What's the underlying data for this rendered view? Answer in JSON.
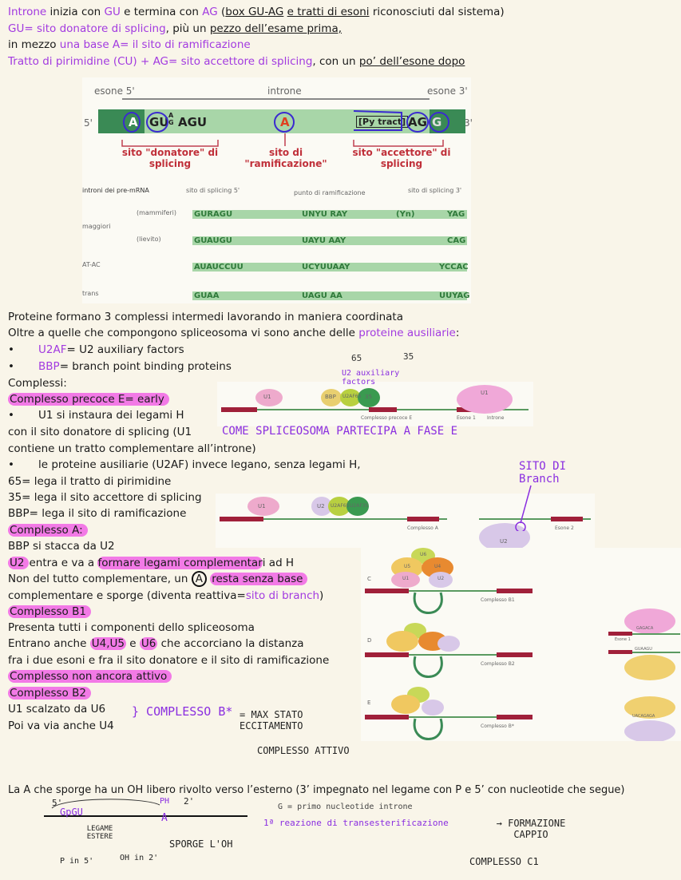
{
  "intro": {
    "l1": [
      "Introne",
      "inizia con",
      "GU",
      "e termina con",
      "AG",
      "(",
      "box GU-AG",
      "e tratti di esoni",
      "riconosciuti dal sistema)"
    ],
    "l2": [
      "GU= sito donatore di splicing",
      ", più un ",
      "pezzo dell’esame prima,"
    ],
    "l3": [
      "in mezzo ",
      "una base A= il sito di ramificazione"
    ],
    "l4": [
      "Tratto di pirimidine (CU) + AG= sito accettore di splicing",
      ", con un ",
      "po’ dell’esone dopo"
    ]
  },
  "fig1": {
    "esone5": "esone 5'",
    "introne": "introne",
    "esone3": "esone 3'",
    "five": "5'",
    "three": "3'",
    "seq_a": "A",
    "seq_gu": "GU",
    "seq_ag_small": "A G",
    "seq_agu": "AGU",
    "seq_branch": "A",
    "py": "[Py tract]",
    "seq_ag": "AG",
    "seq_g": "G",
    "donatore": "sito \"donatore\" di splicing",
    "ramificazione": "sito di \"ramificazione\"",
    "accettore": "sito \"accettore\" di splicing",
    "table_title": "introni dei pre-mRNA",
    "col1": "sito di splicing 5'",
    "col2": "punto di ramificazione",
    "col3": "sito di splicing 3'",
    "group": "maggiori",
    "mammiferi": "(mammiferi)",
    "lievito": "(lievito)",
    "rows": [
      {
        "label": "",
        "s5": "GURAGU",
        "br": "UNYU  RAY",
        "py": "(Yn)",
        "s3": "YAG"
      },
      {
        "label": "",
        "s5": "GUAUGU",
        "br": "UAYU  AAY",
        "py": "",
        "s3": "CAG"
      },
      {
        "label": "AT-AC",
        "s5": "AUAUCCUU",
        "br": "UCYUUAAY",
        "py": "",
        "s3": "YCCAC"
      },
      {
        "label": "trans",
        "s5": "GUAA",
        "br": "UAGU  AA",
        "py": "",
        "s3": "UUYAG"
      }
    ]
  },
  "body": {
    "b1": "Proteine formano 3 complessi intermedi lavorando in maniera coordinata",
    "b2": [
      "Oltre a quelle che compongono spliceosoma vi sono anche delle ",
      "proteine ausiliarie",
      ":"
    ],
    "b3": [
      "U2AF",
      "= U2 auxiliary factors"
    ],
    "b4": [
      "BBP",
      "= branch point binding proteins"
    ],
    "b5": "Complessi:",
    "b6": "Complesso precoce E= early",
    "b7": "U1 si instaura dei legami H",
    "b8": "con il sito donatore di splicing (U1",
    "b9": "contiene un tratto complementare all’introne)",
    "b10": "le proteine ausiliarie (U2AF) invece legano, senza legami H,",
    "b11": "65= lega il tratto di pirimidine",
    "b12": "35= lega il sito accettore di splicing",
    "b13": "BBP= lega il sito di ramificazione",
    "b14": "Complesso A:",
    "b15": "BBP si stacca da U2",
    "b16": [
      "U2",
      "entra e va a ",
      "formare legami complementar",
      "i ad H"
    ],
    "b17": [
      "Non del tutto complementare, un",
      "A",
      "resta senza base"
    ],
    "b18": [
      "complementare e sporge (diventa reattiva=",
      "sito di branch",
      ")"
    ],
    "b19": "Complesso B1",
    "b20": "Presenta tutti i componenti dello spliceosoma",
    "b21": [
      "Entrano anche ",
      "U4,U5",
      " e ",
      "U6",
      " che accorciano la distanza"
    ],
    "b22": "fra i due esoni e fra il sito donatore e il sito di ramificazione",
    "b23": "Complesso non ancora attivo",
    "b24": "Complesso B2",
    "b25": "U1 scalzato da U6",
    "b26": "Poi va via anche U4",
    "b27": "La A che sporge ha un OH libero rivolto verso l’esterno (3’ impegnato nel legame con P e 5’ con nucleotide che segue)"
  },
  "handwritten": {
    "h65": "65",
    "h35": "35",
    "aux": "U2 auxiliary factors",
    "spliceo": "COME SPLICEOSOMA PARTECIPA A FASE E",
    "branch": "SITO DI Branch",
    "complesso_b": "} COMPLESSO B*",
    "max": "= MAX STATO ECCITAMENTO",
    "attivo": "COMPLESSO ATTIVO",
    "five": "5'",
    "gpgu": "GpGU",
    "ph": "PH",
    "two": "2'",
    "a": "A",
    "legame": "LEGAME ESTERE",
    "pin5": "P in 5'",
    "ohin2": "OH in 2'",
    "sporge": "SPORGE L'OH",
    "g_primo": "G = primo nucleotide introne",
    "reazione": "1ª reazione di transesterificazione",
    "formazione": "→ FORMAZIONE CAPPIO",
    "c1": "COMPLESSO C1"
  },
  "fig2": {
    "u1": "U1",
    "bbp": "BBP",
    "u2af65": "U2AF65",
    "u2af35": "35",
    "u1b": "U1",
    "caption": "Complesso precoce E",
    "esone1": "Esone 1",
    "introne": "Introne"
  },
  "fig3": {
    "u1": "U1",
    "u2": "U2",
    "u2af": "U2AF65",
    "af35": "U2AF35",
    "caption": "Complesso A",
    "esone2": "Esone 2",
    "u2b": "U2"
  },
  "fig4": {
    "c": "C",
    "d": "D",
    "e": "E",
    "b1": "Complesso B1",
    "b2": "Complesso B2",
    "bstar": "Complesso B*",
    "u1": "U1",
    "u2": "U2",
    "u4": "U4",
    "u5": "U5",
    "u6": "U6",
    "esone1": "Esone 1",
    "gagaca": "GAGACA",
    "guaagu": "GUAAGU",
    "uacagaca": "UACAGAGA"
  },
  "colors": {
    "purple": "#a23ae0",
    "highlight": "#f27ae6",
    "exon_dark": "#3a8a55",
    "intron_light": "#a8d6a8",
    "exon_red": "#a0203a"
  }
}
